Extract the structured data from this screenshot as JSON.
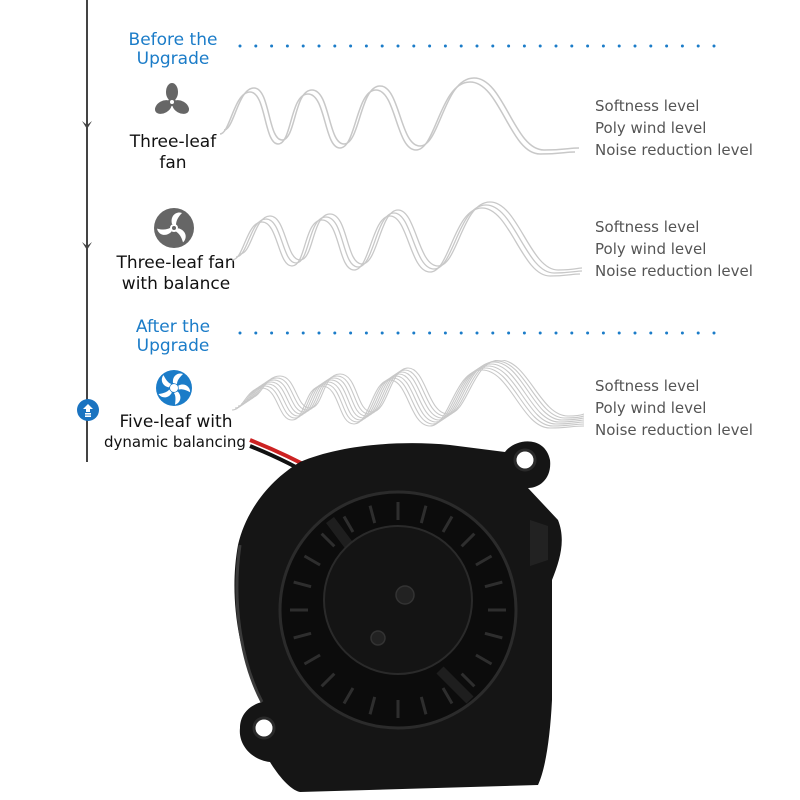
{
  "stages": {
    "before_label": "Before the\nUpgrade",
    "after_label": "After the\nUpgrade"
  },
  "rows": [
    {
      "fan_label": "Three-leaf\nfan",
      "icon": "three-leaf-fan-icon",
      "metrics": [
        "Softness level",
        "Poly wind level",
        "Noise reduction level"
      ]
    },
    {
      "fan_label": "Three-leaf fan\nwith balance",
      "icon": "three-leaf-balanced-fan-icon",
      "metrics": [
        "Softness level",
        "Poly wind level",
        "Noise reduction level"
      ]
    },
    {
      "fan_label_line1": "Five-leaf with",
      "fan_label_line2": "dynamic balancing",
      "icon": "five-leaf-fan-icon",
      "metrics": [
        "Softness level",
        "Poly wind level",
        "Noise reduction level"
      ]
    }
  ],
  "colors": {
    "accent_blue": "#1b7cc8",
    "wave_gray": "#c8c8c8",
    "icon_gray": "#666666",
    "fan_black": "#151515"
  }
}
